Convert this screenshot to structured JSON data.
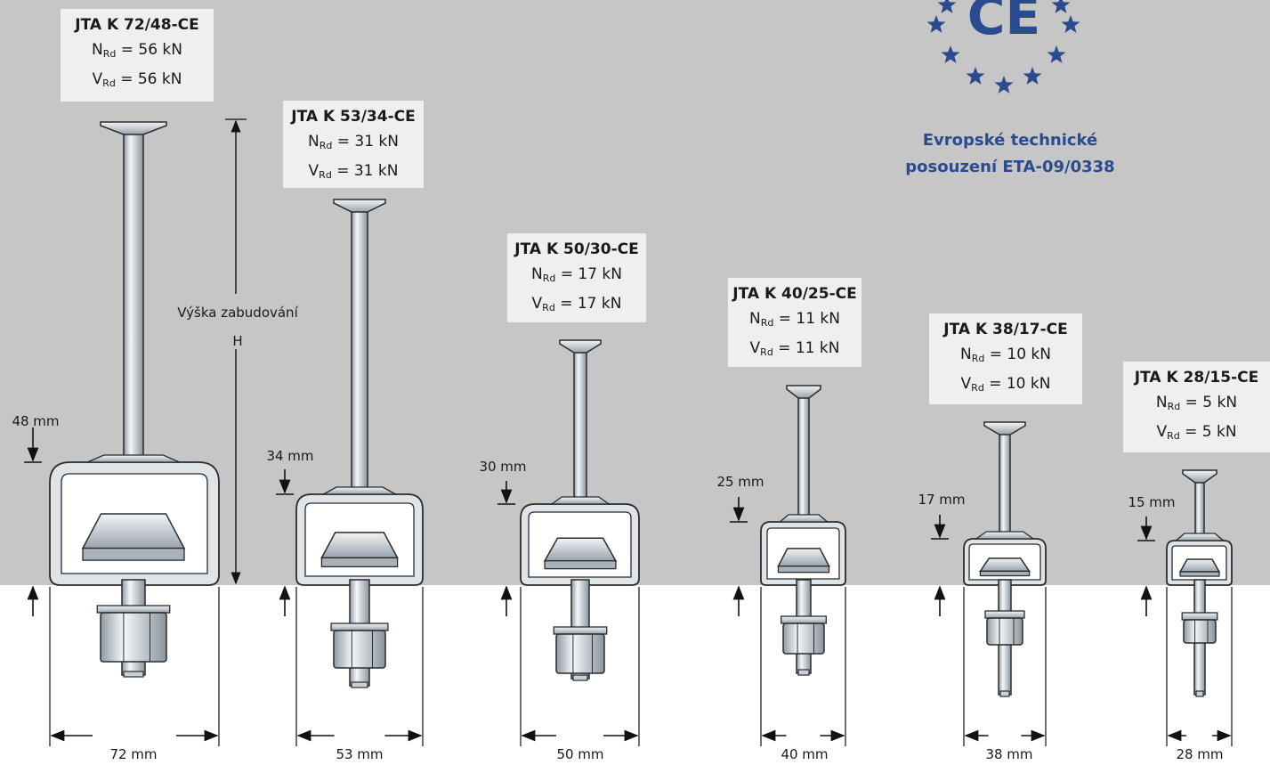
{
  "anchors": [
    {
      "name": "JTA K 72/48-CE",
      "n_rd": "= 56 kN",
      "v_rd": "= 56 kN",
      "depth": "48 mm",
      "width": "72 mm"
    },
    {
      "name": "JTA K 53/34-CE",
      "n_rd": "= 31 kN",
      "v_rd": "= 31 kN",
      "depth": "34 mm",
      "width": "53 mm"
    },
    {
      "name": "JTA K 50/30-CE",
      "n_rd": "= 17 kN",
      "v_rd": "= 17 kN",
      "depth": "30 mm",
      "width": "50 mm"
    },
    {
      "name": "JTA K 40/25-CE",
      "n_rd": "= 11 kN",
      "v_rd": "= 11 kN",
      "depth": "25 mm",
      "width": "40 mm"
    },
    {
      "name": "JTA K 38/17-CE",
      "n_rd": "= 10 kN",
      "v_rd": "= 10 kN",
      "depth": "17 mm",
      "width": "38 mm"
    },
    {
      "name": "JTA K 28/15-CE",
      "n_rd": "= 5 kN",
      "v_rd": "= 5 kN",
      "depth": "15 mm",
      "width": "28 mm"
    }
  ],
  "symbols": {
    "n": "N",
    "v": "V",
    "subscript": "Rd"
  },
  "height_label": {
    "line1": "Výška zabudování",
    "line2": "H"
  },
  "ce": {
    "mark": "CE",
    "line1": "Evropské technické",
    "line2": "posouzení ETA-09/0338",
    "color": "#2a4b8f"
  }
}
